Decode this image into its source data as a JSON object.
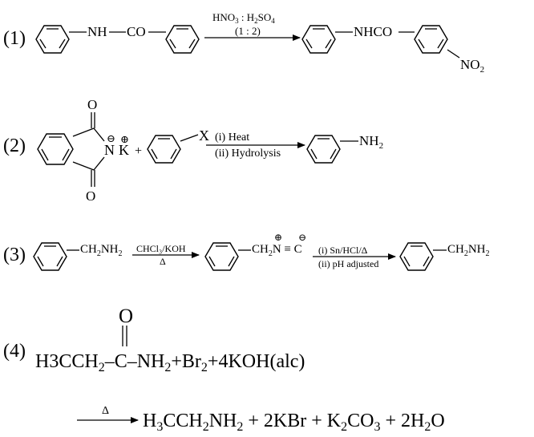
{
  "reactions": [
    {
      "number": "(1)",
      "reactant": {
        "nh": "NH",
        "co": "CO"
      },
      "arrow": {
        "above": [
          "HNO",
          "3",
          " : H",
          "2",
          "SO",
          "4"
        ],
        "below": "(1 : 2)"
      },
      "product": {
        "nhco": "NHCO",
        "no2": [
          "NO",
          "2"
        ]
      }
    },
    {
      "number": "(2)",
      "reactant": {
        "o_top": "O",
        "o_bottom": "O",
        "n": "N",
        "n_charge": "⊖",
        "k": "K",
        "k_charge": "⊕",
        "plus": "+",
        "x": "X"
      },
      "arrow": {
        "above": "(i) Heat",
        "below": "(ii) Hydrolysis"
      },
      "product": {
        "nh2": [
          "NH",
          "2"
        ]
      }
    },
    {
      "number": "(3)",
      "reactant": {
        "group": [
          "CH",
          "2",
          "NH",
          "2"
        ]
      },
      "arrow1": {
        "above": "CHCl₃/KOH",
        "below": "Δ"
      },
      "intermediate": {
        "group": [
          "CH",
          "2",
          "N",
          " ≡ ",
          "C"
        ],
        "n_charge": "⊕",
        "c_charge": "⊖"
      },
      "arrow2": {
        "above": "(i) Sn/HCl/Δ",
        "below": "(ii) pH adjusted"
      },
      "product": {
        "group": [
          "CH",
          "2",
          "NH",
          "2"
        ]
      }
    },
    {
      "number": "(4)",
      "o": "O",
      "lhs": [
        "H",
        "3",
        "CCH",
        "2",
        "–C–NH",
        "2",
        "+Br",
        "2",
        "+4KOH(alc)"
      ],
      "arrow_label": "Δ",
      "rhs": [
        "H",
        "3",
        "CCH",
        "2",
        "NH",
        "2",
        " + 2KBr + K",
        "2",
        "CO",
        "3",
        " + 2H",
        "2",
        "O"
      ]
    }
  ]
}
